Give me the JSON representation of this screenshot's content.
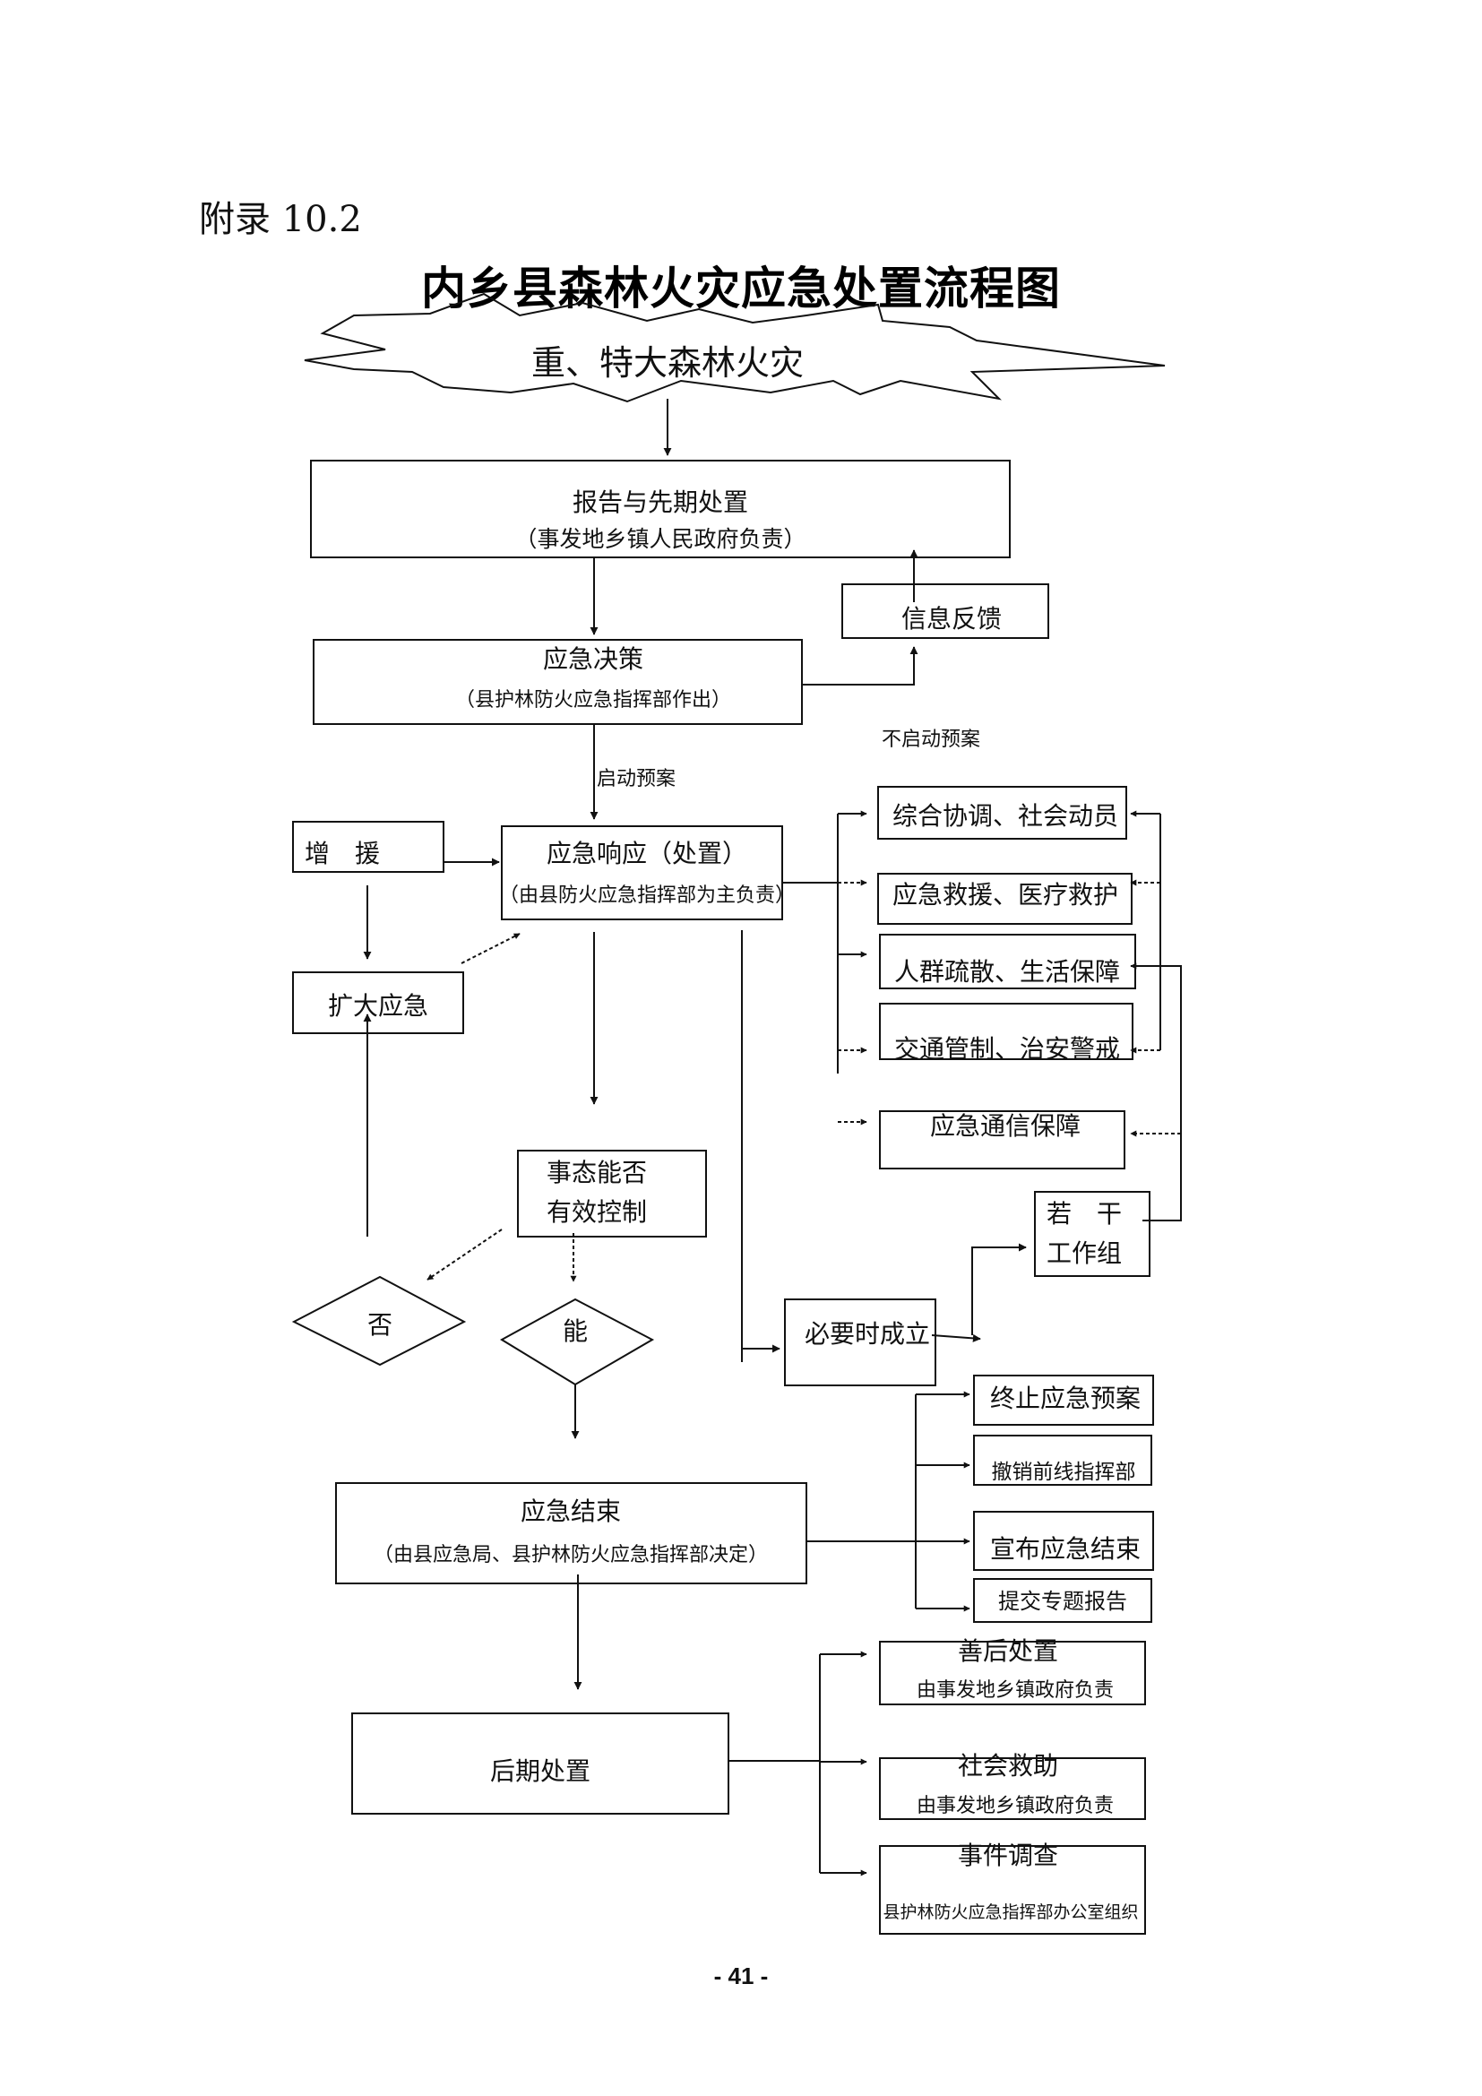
{
  "page": {
    "appendix_label": "附录 10.2",
    "title": "内乡县森林火灾应急处置流程图",
    "page_number": "- 41 -"
  },
  "flowchart": {
    "start_burst": "重、特大森林火灾",
    "report": {
      "line1": "报告与先期处置",
      "line2": "（事发地乡镇人民政府负责）"
    },
    "feedback": "信息反馈",
    "decision": {
      "line1": "应急决策",
      "line2": "（县护林防火应急指挥部作出）"
    },
    "no_plan_label": "不启动预案",
    "start_plan_label": "启动预案",
    "reinforce": "增　援",
    "response": {
      "line1": "应急响应（处置）",
      "line2": "（由县防火应急指挥部为主负责）"
    },
    "expand": "扩大应急",
    "control_question": {
      "line1": "事态能否",
      "line2": "有效控制"
    },
    "no_label": "否",
    "yes_label": "能",
    "when_needed": "必要时成立",
    "working_groups": {
      "line1": "若　干",
      "line2": "工作组"
    },
    "actions": [
      "综合协调、社会动员",
      "应急救援、医疗救护",
      "人群疏散、生活保障",
      "交通管制、治安警戒",
      "应急通信保障"
    ],
    "end": {
      "line1": "应急结束",
      "line2": "（由县应急局、县护林防火应急指挥部决定）"
    },
    "end_steps": [
      "终止应急预案",
      "撤销前线指挥部",
      "宣布应急结束",
      "提交专题报告"
    ],
    "post": "后期处置",
    "post_steps": [
      {
        "line1": "善后处置",
        "line2": "由事发地乡镇政府负责"
      },
      {
        "line1": "社会救助",
        "line2": "由事发地乡镇政府负责"
      },
      {
        "line1": "事件调查",
        "line2": "县护林防火应急指挥部办公室组织"
      }
    ]
  }
}
